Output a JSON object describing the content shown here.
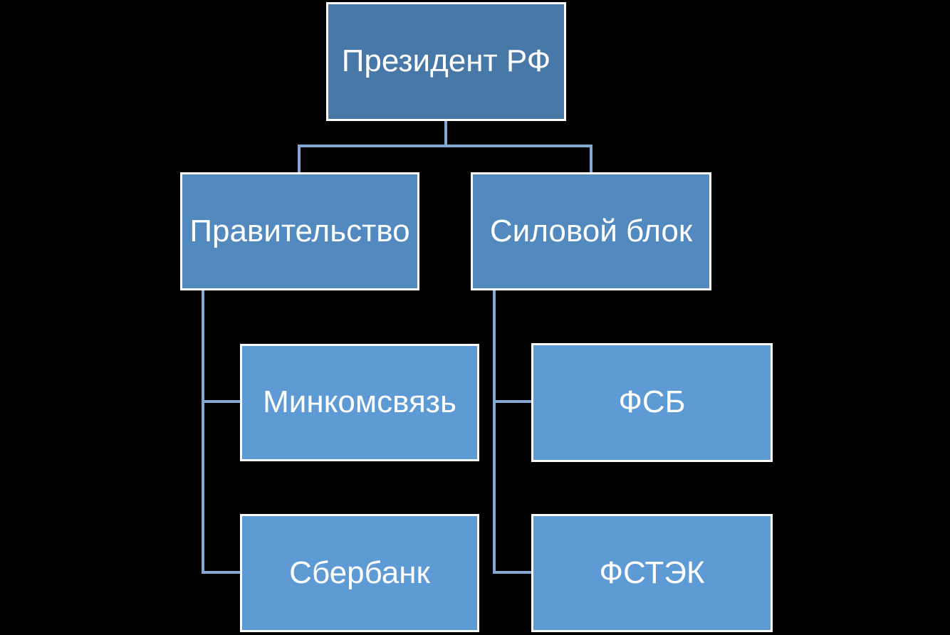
{
  "diagram": {
    "type": "org_chart",
    "background": "#000000",
    "colors": {
      "level1_fill": "#4878A8",
      "level2_fill": "#5289BF",
      "level3_fill": "#5E9AD3",
      "box_border": "#FFFFFF",
      "connector": "#84A7D1",
      "text": "#FFFFFF"
    },
    "hierarchy": {
      "label": "Президент РФ",
      "children": [
        {
          "label": "Правительство",
          "children": [
            {
              "label": "Минкомсвязь"
            },
            {
              "label": "Сбербанк"
            }
          ]
        },
        {
          "label": "Силовой блок",
          "children": [
            {
              "label": "ФСБ"
            },
            {
              "label": "ФСТЭК"
            }
          ]
        }
      ]
    }
  }
}
